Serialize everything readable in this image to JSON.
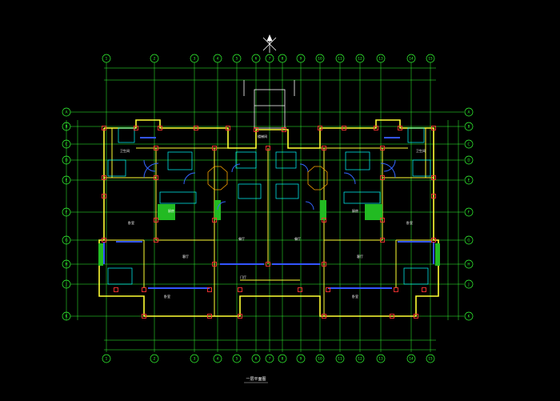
{
  "drawing": {
    "title": "一层平面图",
    "colors": {
      "background": "#000000",
      "grid": "#33ff33",
      "wall": "#ffff33",
      "window": "#3355ff",
      "column": "#ff3333",
      "dimension": "#c8c8c8",
      "text": "#ffffff",
      "fixture": "#00ffff",
      "door": "#3366ff",
      "stair": "#ffaa00"
    },
    "axis_labels_top": [
      "1",
      "2",
      "3",
      "4",
      "5",
      "6",
      "7",
      "8",
      "9",
      "10",
      "11",
      "12",
      "13",
      "14",
      "15"
    ],
    "axis_labels_bottom": [
      "1",
      "2",
      "3",
      "4",
      "5",
      "6",
      "7",
      "8",
      "9",
      "10",
      "11",
      "12",
      "13",
      "14",
      "15"
    ],
    "axis_labels_left": [
      "A",
      "B",
      "C",
      "D",
      "E",
      "F",
      "G",
      "H",
      "J",
      "K"
    ],
    "axis_labels_right": [
      "A",
      "B",
      "C",
      "D",
      "E",
      "F",
      "G",
      "H",
      "J",
      "K"
    ],
    "room_labels": [
      "客厅",
      "客厅",
      "餐厅",
      "餐厅",
      "卧室",
      "卧室",
      "卧室",
      "卧室",
      "厨房",
      "厨房",
      "卫生间",
      "卫生间",
      "楼梯间",
      "门厅"
    ],
    "north_arrow": "north-arrow-icon"
  }
}
